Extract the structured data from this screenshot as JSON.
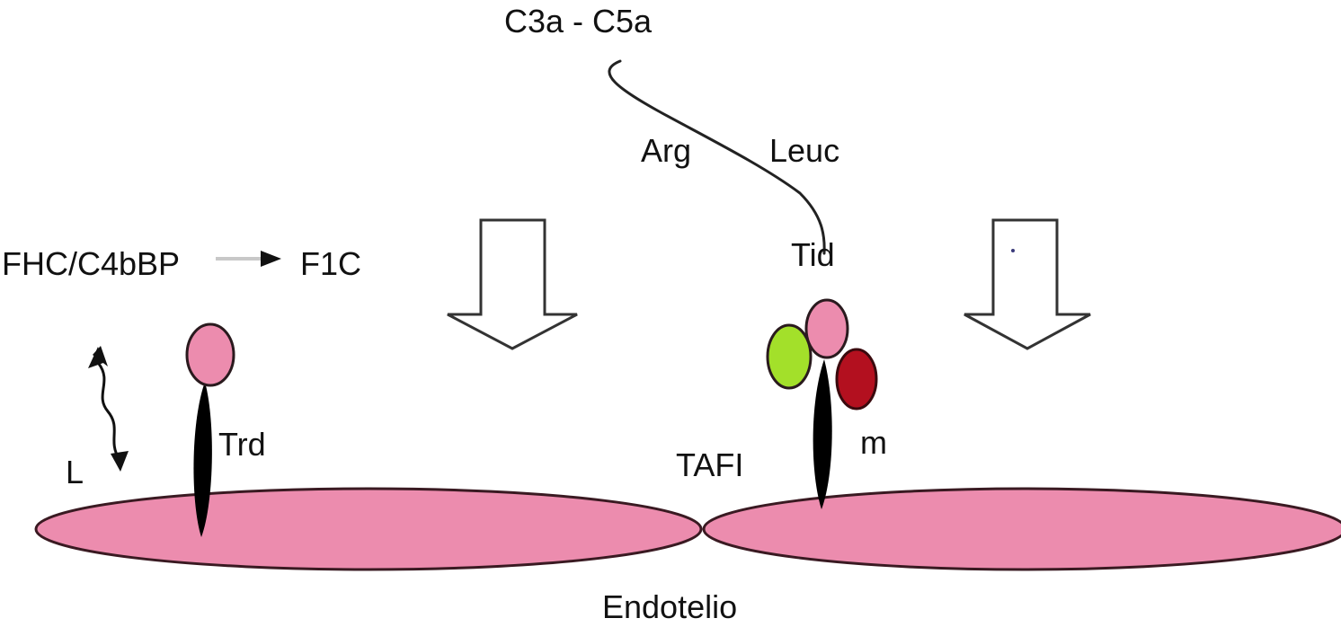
{
  "colors": {
    "membrane_fill": "#ec8cae",
    "protein_head": "#ec8cae",
    "stalk": "#000000",
    "green_domain": "#a3e02a",
    "red_domain": "#b3101f",
    "arrow_fill": "#ffffff",
    "connector": "#c8c8c8"
  },
  "labels": {
    "c3a_c5a": "C3a - C5a",
    "arg": "Arg",
    "leuc": "Leuc",
    "tid": "Tid",
    "fhc": "FHC/C4bBP",
    "f1c": "F1C",
    "trd": "Trd",
    "l": "L",
    "tafi": "TAFI",
    "m": "m",
    "endotelio": "Endotelio"
  }
}
